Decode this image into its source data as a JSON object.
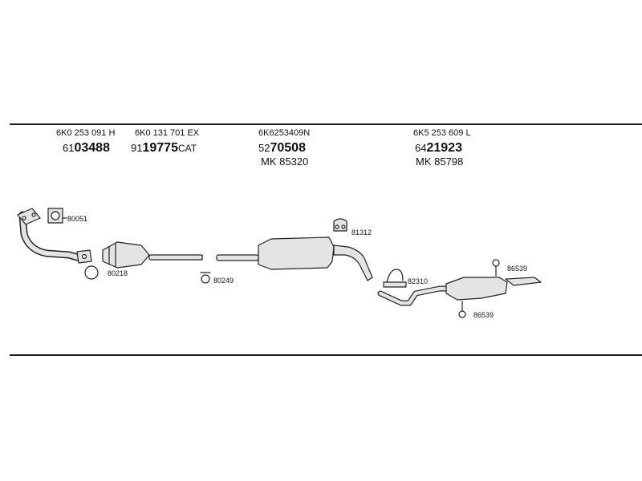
{
  "parts": [
    {
      "oe": "6K0 253 091 H",
      "prefix": "61",
      "main": "03488",
      "suffix": ""
    },
    {
      "oe": "6K0 131 701 EX",
      "prefix": "91",
      "main": "19775",
      "suffix": "CAT"
    },
    {
      "oe": "6K6253409N",
      "prefix": "52",
      "main": "70508",
      "suffix": "",
      "mk": "MK  85320"
    },
    {
      "oe": "6K5 253 609 L",
      "prefix": "64",
      "main": "21923",
      "suffix": "",
      "mk": "MK  85798"
    }
  ],
  "callouts": {
    "c80051": "80051",
    "c80218": "80218",
    "c80249": "80249",
    "c81312": "81312",
    "c82310": "82310",
    "c86539a": "86539",
    "c86539b": "86539"
  },
  "colors": {
    "line": "#1a1a1a",
    "part_fill": "#e4e4e4",
    "stroke": "#222222"
  }
}
